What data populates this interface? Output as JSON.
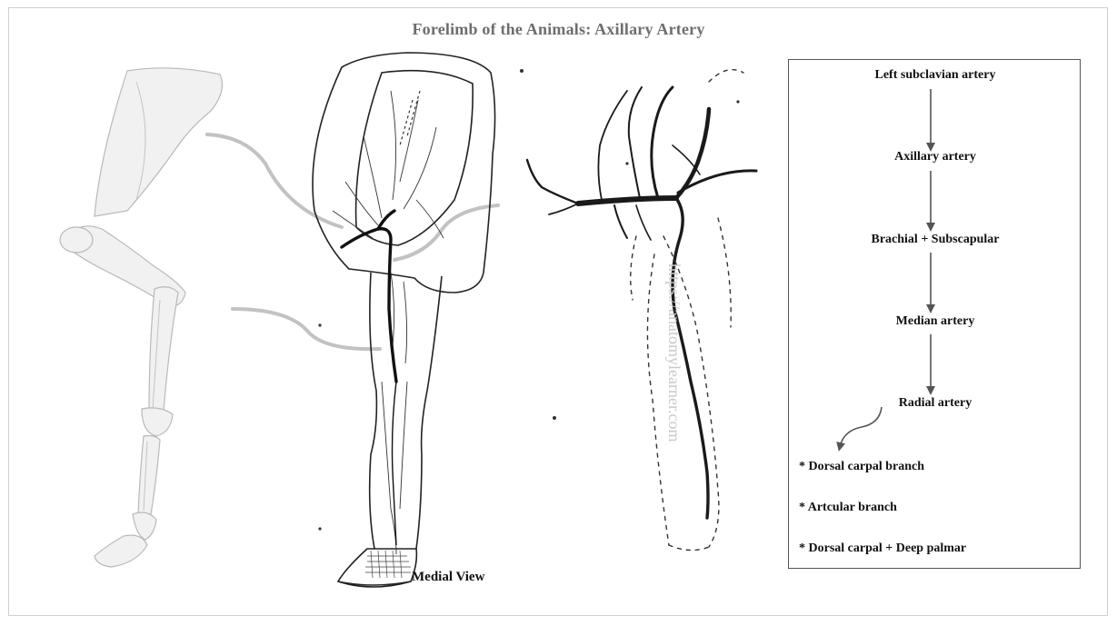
{
  "title": "Forelimb of the Animals: Axillary Artery",
  "view_label": "Medial View",
  "watermark": "https://anatomylearner.com",
  "flow": {
    "nodes": [
      "Left subclavian artery",
      "Axillary artery",
      "Brachial + Subscapular",
      "Median artery",
      "Radial artery"
    ],
    "branches": [
      "* Dorsal carpal branch",
      "* Artcular branch",
      "* Dorsal carpal + Deep palmar"
    ]
  }
}
